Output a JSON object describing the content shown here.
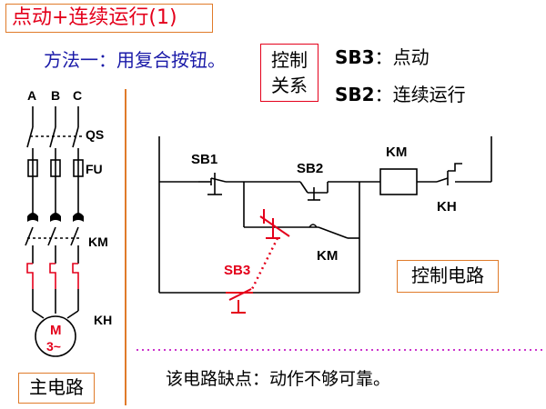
{
  "title": "点动+连续运行(1)",
  "method": "方法一：用复合按钮。",
  "control_relation": {
    "line1": "控制",
    "line2": "关系"
  },
  "notes": {
    "sb3_label": "SB3",
    "sb3_desc": "：点动",
    "sb2_label": "SB2",
    "sb2_desc": "：连续运行"
  },
  "main_circuit": {
    "phases": [
      "A",
      "B",
      "C"
    ],
    "qs": "QS",
    "fu": "FU",
    "km": "KM",
    "kh": "KH",
    "motor_line1": "M",
    "motor_line2": "3~",
    "box_label": "主电路"
  },
  "control_circuit": {
    "sb1": "SB1",
    "sb2": "SB2",
    "sb3": "SB3",
    "km_coil": "KM",
    "kh_contact": "KH",
    "km_contact": "KM",
    "box_label": "控制电路"
  },
  "flaw_text": "该电路缺点：动作不够可靠。",
  "colors": {
    "title_text": "#e4001b",
    "box_border": "#e07b2a",
    "method_text": "#1a1aa8",
    "highlight_red": "#e4001b",
    "divider": "#e07b2a",
    "dotted_divider": "#cc33cc"
  }
}
